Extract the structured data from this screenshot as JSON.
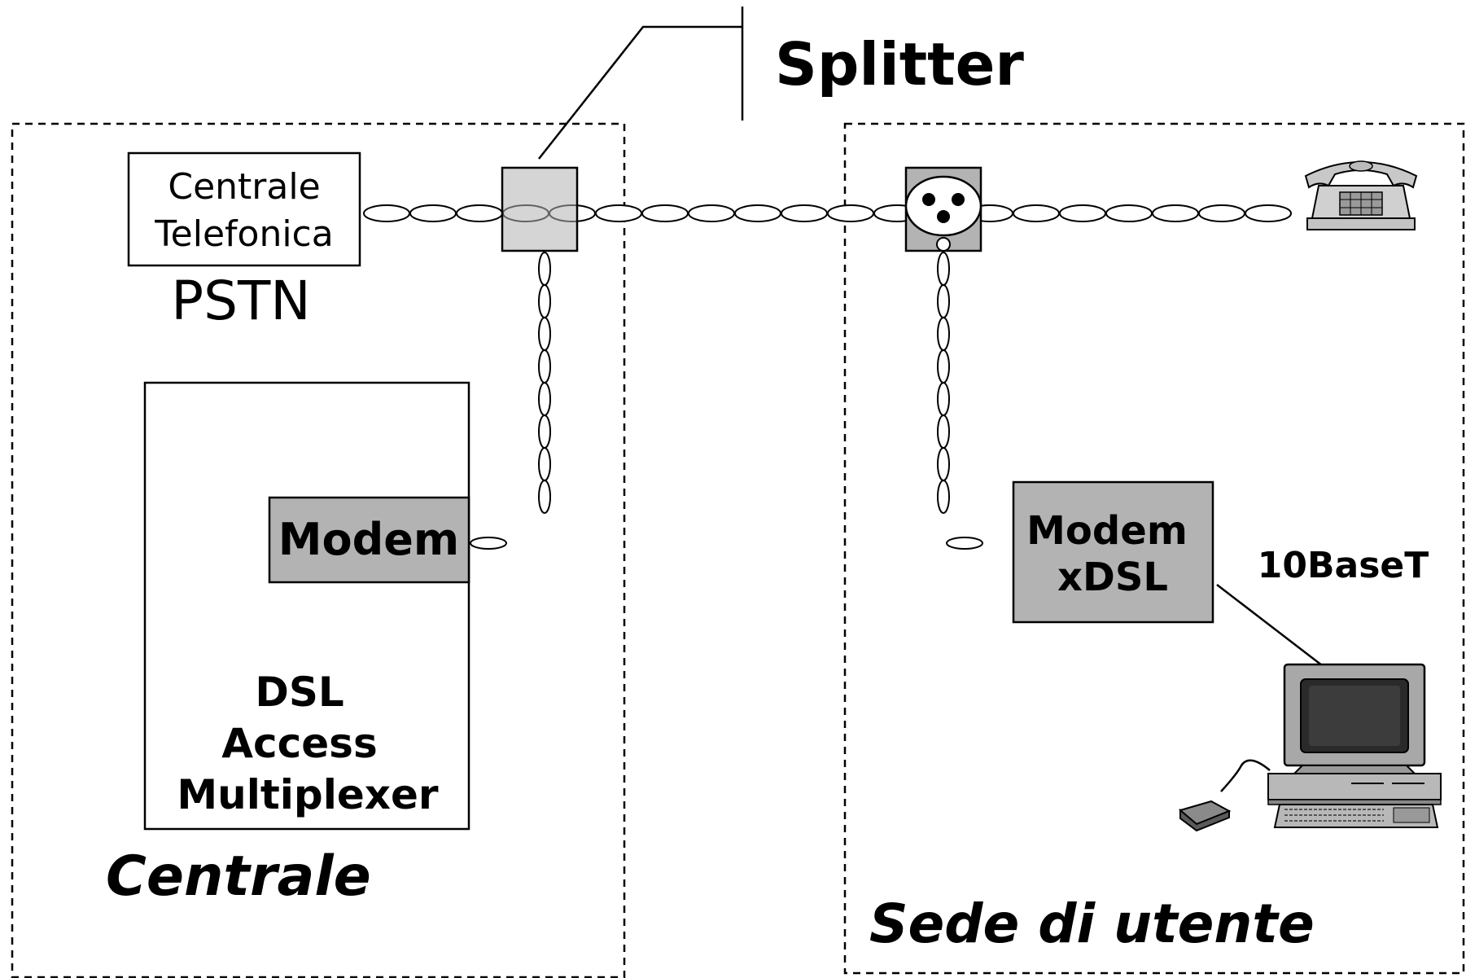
{
  "labels": {
    "splitter": "Splitter",
    "centrale_telefonica_line1": "Centrale",
    "centrale_telefonica_line2": "Telefonica",
    "pstn": "PSTN",
    "modem_central": "Modem",
    "dslam_line1": "DSL",
    "dslam_line2": "Access",
    "dslam_line3": "Multiplexer",
    "centrale_zone": "Centrale",
    "modem_xdsl_line1": "Modem",
    "modem_xdsl_line2": "xDSL",
    "ethernet": "10BaseT",
    "user_zone": "Sede di utente"
  },
  "icons": {
    "telephone": "telephone-icon",
    "computer": "computer-icon",
    "mouse": "mouse-icon",
    "wall_socket": "wall-socket-icon"
  },
  "colors": {
    "device_fill": "#b3b3b3",
    "line": "#000000",
    "background": "#ffffff"
  }
}
